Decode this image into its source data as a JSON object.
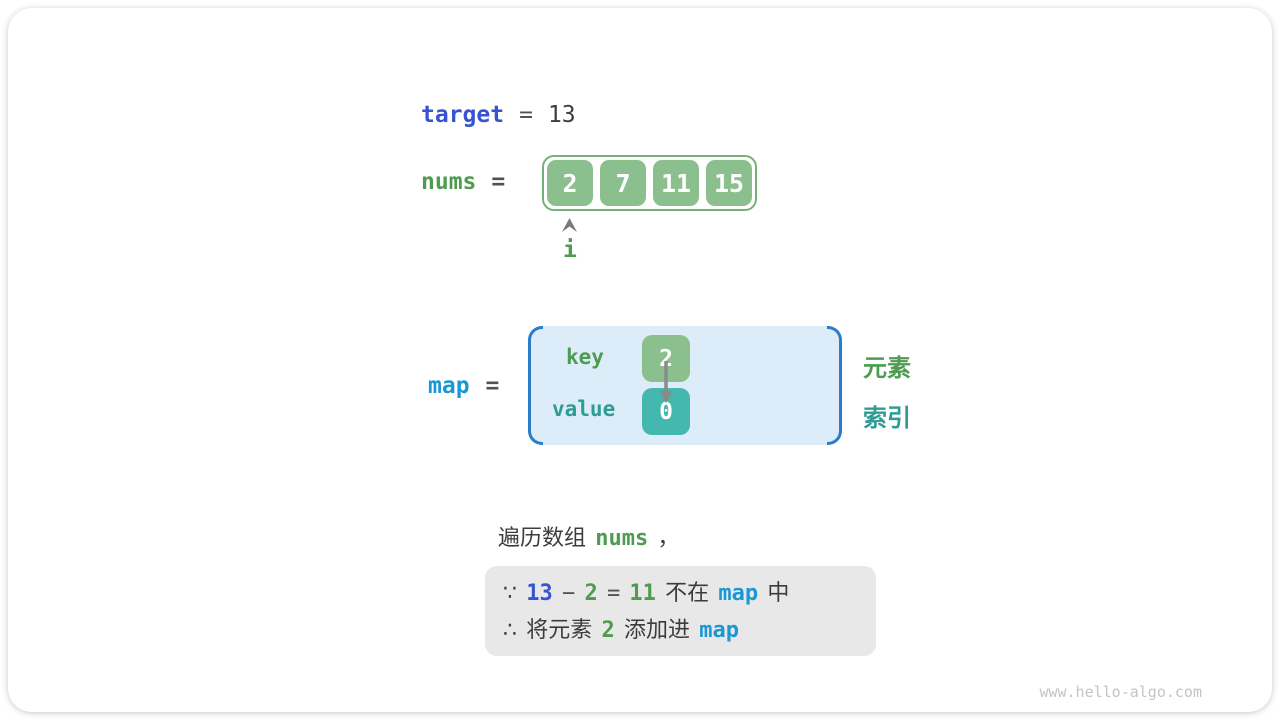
{
  "colors": {
    "keyword_blue": "#3853d1",
    "map_azure": "#1a97d5",
    "green_text": "#4e9b51",
    "green_cell": "#8cbf8e",
    "green_border": "#74b177",
    "teal_text": "#2f9c94",
    "teal_cell": "#44b7ae",
    "bracket_blue": "#2b7cc9",
    "map_box_fill": "#dcecf9",
    "note_box_fill": "#e8e8e8",
    "arrow_gray": "#8a8a8a"
  },
  "target_line": {
    "keyword": "target",
    "equals": "=",
    "value": "13"
  },
  "nums_section": {
    "keyword": "nums",
    "equals": "=",
    "cells": [
      "2",
      "7",
      "11",
      "15"
    ],
    "pointer": "i"
  },
  "map_section": {
    "keyword": "map",
    "equals": "=",
    "key_label": "key",
    "key_cell": "2",
    "value_label": "value",
    "value_cell": "0",
    "element_label": "元素",
    "index_label": "索引"
  },
  "caption": {
    "intro": [
      {
        "text": "遍历数组",
        "style": "plain"
      },
      {
        "text": "nums",
        "style": "code-green"
      },
      {
        "text": "，",
        "style": "plain"
      }
    ],
    "note_lines": [
      [
        {
          "text": "∵",
          "style": "plain"
        },
        {
          "text": "13",
          "style": "code-royal"
        },
        {
          "text": "−",
          "style": "operator"
        },
        {
          "text": "2",
          "style": "code-green"
        },
        {
          "text": "=",
          "style": "operator"
        },
        {
          "text": "11",
          "style": "code-green"
        },
        {
          "text": "不在",
          "style": "plain"
        },
        {
          "text": "map",
          "style": "code-azure"
        },
        {
          "text": "中",
          "style": "plain"
        }
      ],
      [
        {
          "text": "∴",
          "style": "plain"
        },
        {
          "text": "将元素",
          "style": "plain"
        },
        {
          "text": "2",
          "style": "code-green"
        },
        {
          "text": "添加进",
          "style": "plain"
        },
        {
          "text": "map",
          "style": "code-azure"
        }
      ]
    ]
  },
  "watermark": "www.hello-algo.com"
}
